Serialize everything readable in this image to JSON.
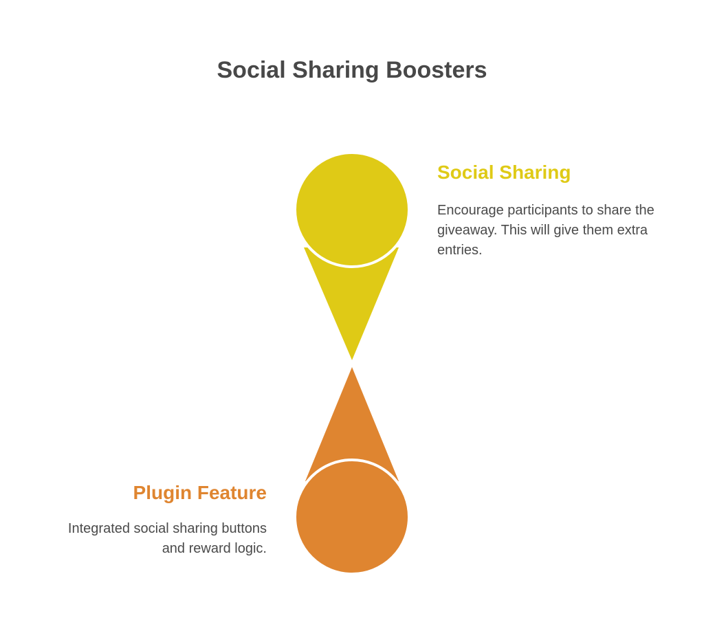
{
  "title": "Social Sharing Boosters",
  "colors": {
    "top": "#dfca16",
    "bottom": "#df8530",
    "text": "#4a4a4a",
    "title": "#484848",
    "separator": "#ffffff"
  },
  "items": [
    {
      "heading": "Social Sharing",
      "description": "Encourage participants to share the giveaway. This will give them extra entries."
    },
    {
      "heading": "Plugin Feature",
      "description": "Integrated social sharing buttons and reward logic."
    }
  ]
}
